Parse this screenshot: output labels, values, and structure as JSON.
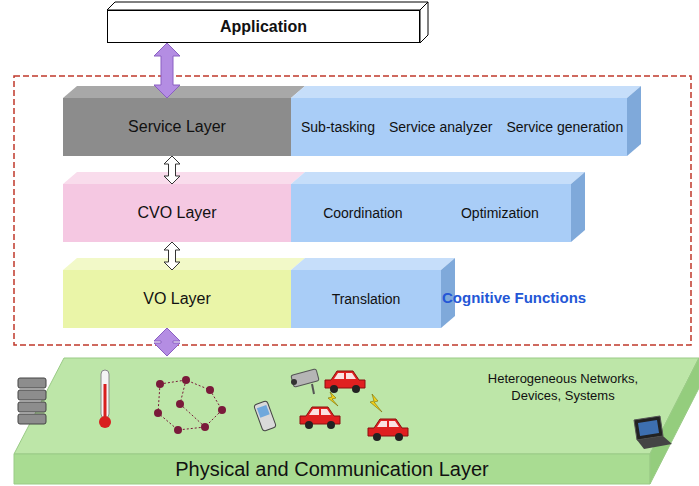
{
  "diagram": {
    "nodes": [
      {
        "text": [
          "Application"
        ]
      },
      {
        "text": [
          "Service Layer"
        ]
      },
      {
        "text": [
          "Sub-tasking",
          "Service analyzer",
          "Service generation"
        ]
      },
      {
        "text": [
          "CVO Layer"
        ]
      },
      {
        "text": [
          "Coordination",
          "Optimization"
        ]
      },
      {
        "text": [
          "VO Layer"
        ]
      },
      {
        "text": [
          "Translation"
        ]
      },
      {
        "text": [
          "Physical and Communication Layer",
          "Heterogeneous Networks, Devices, Systems"
        ]
      }
    ],
    "edges": [
      {
        "from": 0,
        "to": 1,
        "arrow": "both"
      },
      {
        "from": 1,
        "to": 3,
        "arrow": "both"
      },
      {
        "from": 3,
        "to": 5,
        "arrow": "both"
      },
      {
        "from": 5,
        "to": 7,
        "arrow": "both"
      }
    ],
    "labels": [
      "Cognitive Functions"
    ]
  }
}
